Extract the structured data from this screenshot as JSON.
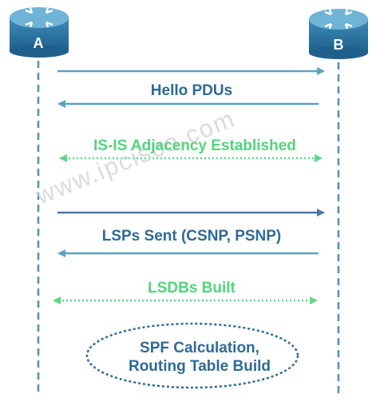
{
  "routers": {
    "a": {
      "label": "A"
    },
    "b": {
      "label": "B"
    }
  },
  "messages": {
    "hello": {
      "label": "Hello PDUs"
    },
    "adjacency": {
      "label": "IS-IS Adjacency Established"
    },
    "lsps": {
      "label": "LSPs  Sent (CSNP, PSNP)"
    },
    "lsdb": {
      "label": "LSDBs Built"
    }
  },
  "spf": {
    "line1": "SPF Calculation,",
    "line2": "Routing Table Build"
  },
  "watermark": "www.ipcisco.com",
  "colors": {
    "router_body": "#2f78a6",
    "router_top": "#5aa2c8",
    "arrow_teal": "#5aa3c4",
    "arrow_blue": "#4a77a8",
    "arrow_green": "#5fd888",
    "text_blue": "#2e6a96",
    "text_green": "#52d47c",
    "lifeline": "#4f8fbf"
  }
}
